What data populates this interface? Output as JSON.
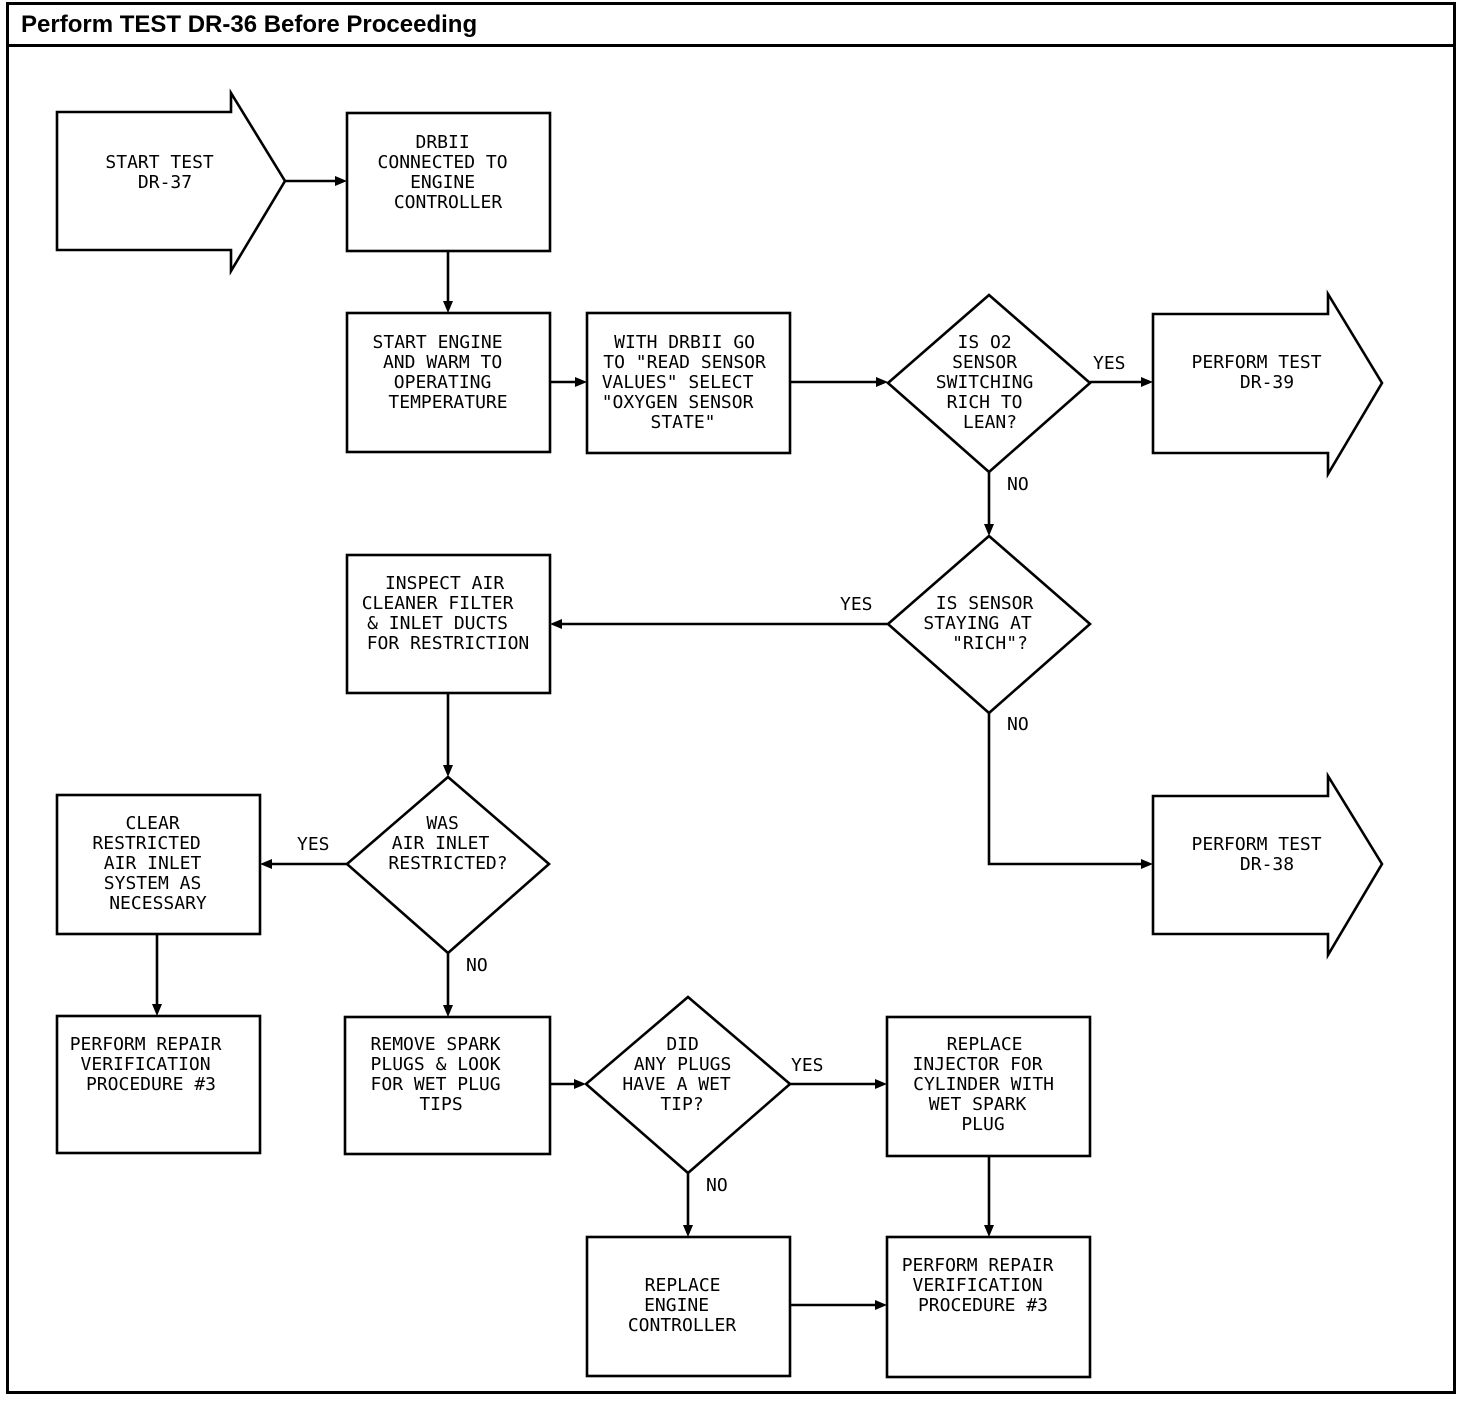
{
  "header": {
    "title": "Perform TEST DR-36 Before Proceeding"
  },
  "nodes": {
    "start": [
      "START TEST",
      "DR-37"
    ],
    "drbii": [
      "DRBII",
      "CONNECTED TO",
      "ENGINE",
      "CONTROLLER"
    ],
    "start_engine": [
      "START ENGINE",
      "AND WARM TO",
      "OPERATING",
      "TEMPERATURE"
    ],
    "read_sensor": [
      "WITH DRBII GO",
      "TO \"READ SENSOR",
      "VALUES\" SELECT",
      "\"OXYGEN SENSOR",
      "STATE\""
    ],
    "is_o2": [
      "IS O2",
      "SENSOR",
      "SWITCHING",
      "RICH TO",
      "LEAN?"
    ],
    "dr39": [
      "PERFORM TEST",
      "DR-39"
    ],
    "is_rich": [
      "IS SENSOR",
      "STAYING AT",
      "\"RICH\"?"
    ],
    "inspect": [
      "INSPECT AIR",
      "CLEANER FILTER",
      "& INLET DUCTS",
      "FOR RESTRICTION"
    ],
    "dr38": [
      "PERFORM TEST",
      "DR-38"
    ],
    "was_restricted": [
      "WAS",
      "AIR INLET",
      "RESTRICTED?"
    ],
    "clear": [
      "CLEAR",
      "RESTRICTED",
      "AIR INLET",
      "SYSTEM AS",
      "NECESSARY"
    ],
    "verify_left": [
      "PERFORM REPAIR",
      "VERIFICATION",
      "PROCEDURE #3"
    ],
    "remove_plugs": [
      "REMOVE SPARK",
      "PLUGS & LOOK",
      "FOR WET PLUG",
      "TIPS"
    ],
    "did_plugs": [
      "DID",
      "ANY PLUGS",
      "HAVE A WET",
      "TIP?"
    ],
    "replace_injector": [
      "REPLACE",
      "INJECTOR FOR",
      "CYLINDER WITH",
      "WET SPARK",
      "PLUG"
    ],
    "replace_controller": [
      "REPLACE",
      "ENGINE",
      "CONTROLLER"
    ],
    "verify_right": [
      "PERFORM REPAIR",
      "VERIFICATION",
      "PROCEDURE #3"
    ]
  },
  "labels": {
    "o2_yes": "YES",
    "o2_no": "NO",
    "rich_yes": "YES",
    "rich_no": "NO",
    "restricted_yes": "YES",
    "restricted_no": "NO",
    "plugs_yes": "YES",
    "plugs_no": "NO"
  }
}
